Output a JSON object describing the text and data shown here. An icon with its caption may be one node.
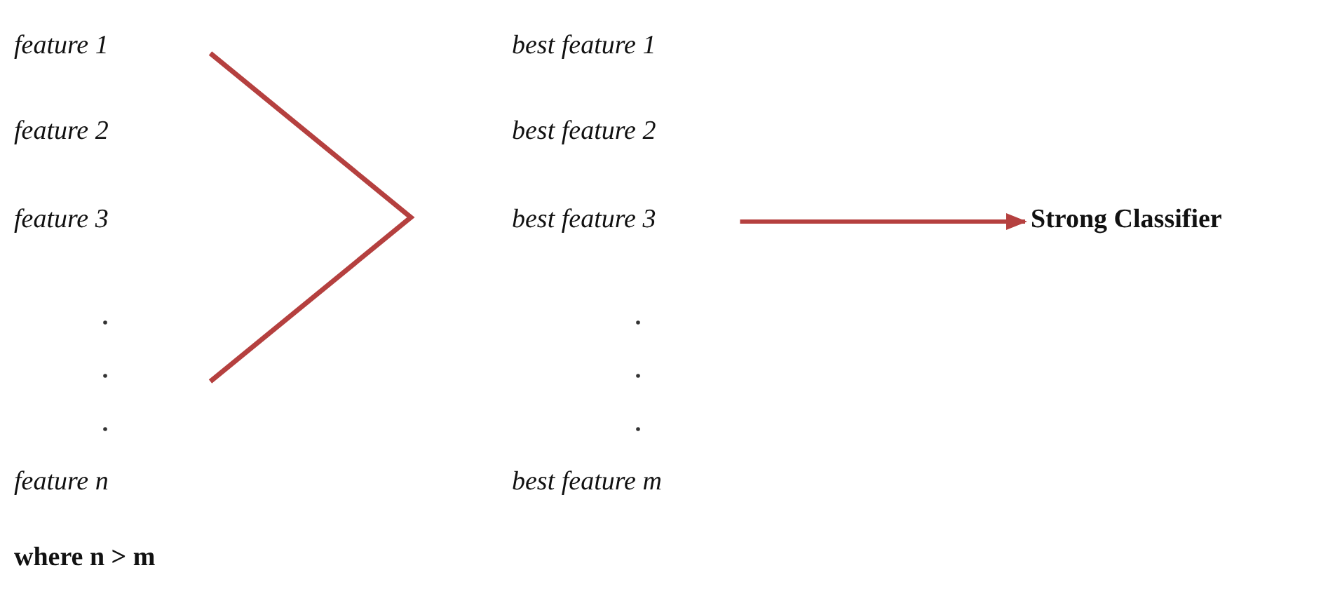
{
  "diagram": {
    "nodes": [
      {
        "text": [
          "feature 1"
        ]
      },
      {
        "text": [
          "feature 2"
        ]
      },
      {
        "text": [
          "feature 3"
        ]
      },
      {
        "text": [
          "feature n"
        ]
      },
      {
        "text": [
          "best feature 1"
        ]
      },
      {
        "text": [
          "best feature 2"
        ]
      },
      {
        "text": [
          "best feature 3"
        ]
      },
      {
        "text": [
          "best feature m"
        ]
      },
      {
        "text": [
          "Strong Classifier"
        ]
      }
    ],
    "edges": [
      {
        "from": 6,
        "to": 8,
        "arrow": "to"
      }
    ],
    "labels": [
      "where n > m"
    ]
  }
}
